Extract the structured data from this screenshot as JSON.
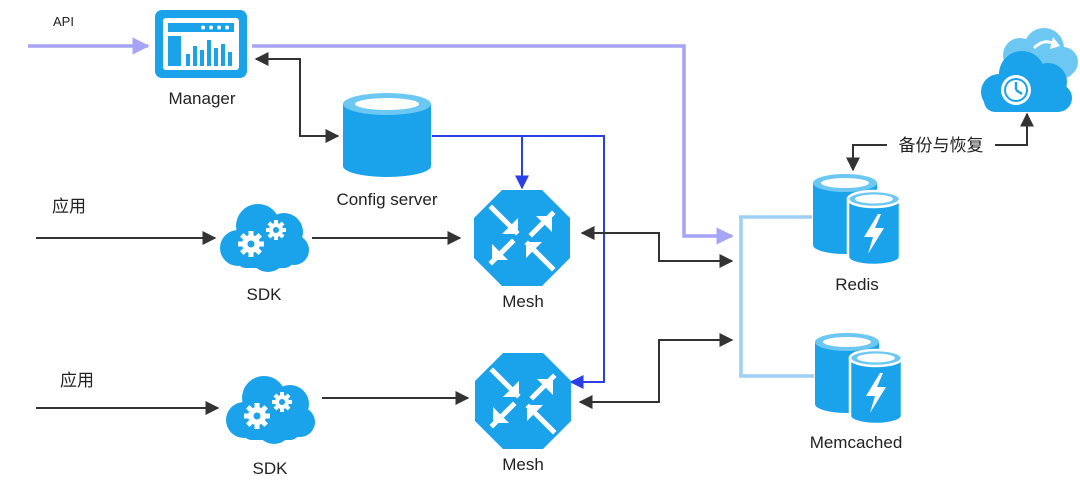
{
  "labels": {
    "api": "API",
    "manager": "Manager",
    "config_server": "Config server",
    "app_1": "应用",
    "app_2": "应用",
    "sdk_1": "SDK",
    "sdk_2": "SDK",
    "mesh_1": "Mesh",
    "mesh_2": "Mesh",
    "redis": "Redis",
    "memcached": "Memcached",
    "backup_restore": "备份与恢复"
  },
  "icons": {
    "manager": "dashboard-monitor-icon",
    "config_server": "database-cylinder-icon",
    "sdk": "cloud-gears-icon",
    "mesh": "octagon-router-arrows-icon",
    "redis": "database-lightning-icon",
    "memcached": "database-lightning-icon",
    "backup": "cloud-clock-sync-icon"
  },
  "colors": {
    "icon_blue": "#1aa3ea",
    "icon_blue_light": "#6cc8f2",
    "dark_line": "#333333",
    "blue_line": "#2a3fe6",
    "purple_line": "#a6a4f4",
    "light_blue_line": "#9ed0f5"
  }
}
